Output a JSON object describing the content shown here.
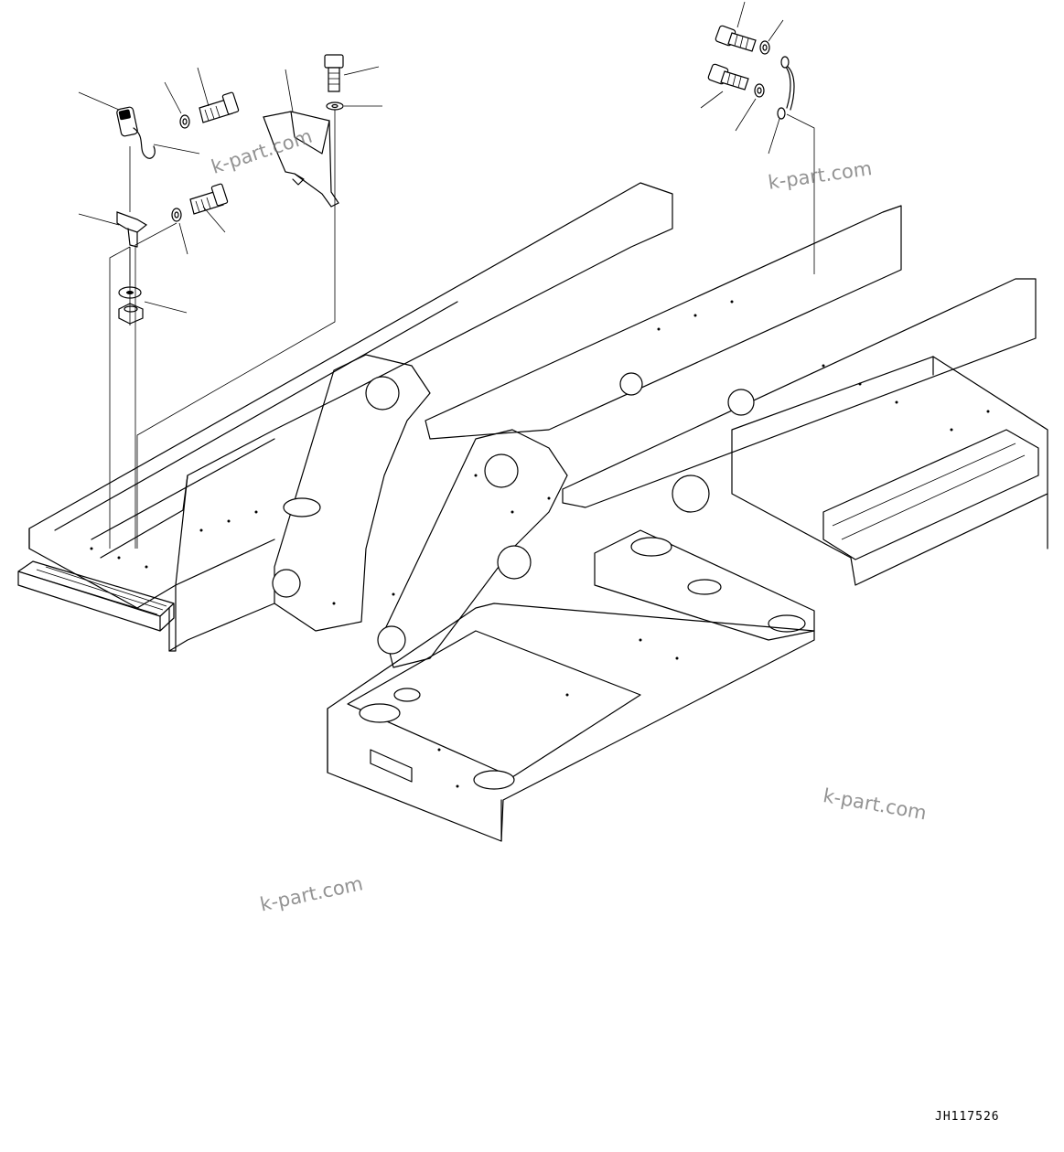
{
  "watermarks": [
    "k-part.com",
    "k-part.com",
    "k-part.com",
    "k-part.com"
  ],
  "drawing_code": "JH117526",
  "icons": [
    "bolt-icon",
    "washer-icon",
    "nut-icon",
    "bracket-icon",
    "lamp-icon",
    "cover-icon",
    "ground-strap-icon"
  ]
}
